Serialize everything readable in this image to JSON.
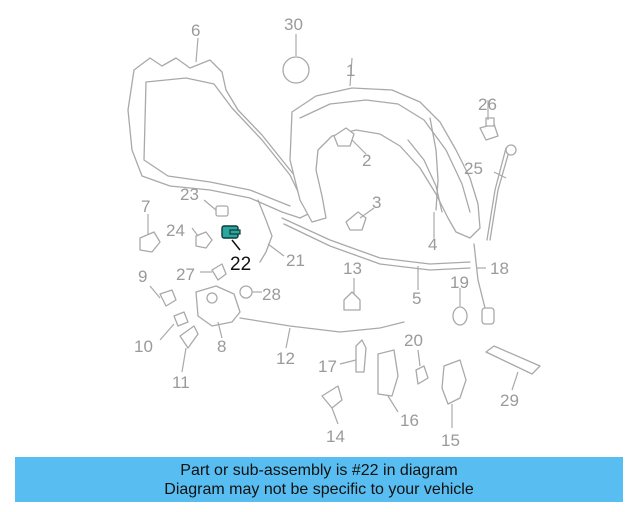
{
  "diagram": {
    "highlight_color": "#2ca7a0",
    "highlighted_part": "22",
    "callouts": [
      "1",
      "2",
      "3",
      "4",
      "5",
      "6",
      "7",
      "8",
      "9",
      "10",
      "11",
      "12",
      "13",
      "14",
      "15",
      "16",
      "17",
      "18",
      "19",
      "20",
      "21",
      "22",
      "23",
      "24",
      "25",
      "26",
      "27",
      "28",
      "29",
      "30"
    ]
  },
  "banner": {
    "background": "#58bef1",
    "line1": "Part or sub-assembly is #22 in diagram",
    "line2": "Diagram may not be specific to your vehicle"
  }
}
